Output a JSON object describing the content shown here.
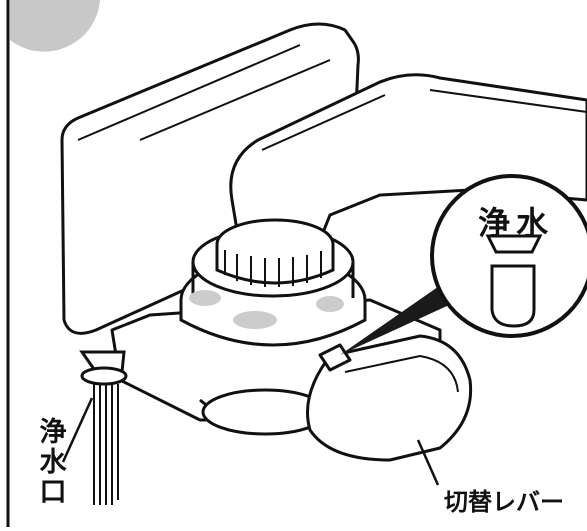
{
  "labels": {
    "purified_water_outlet": "浄水口",
    "switch_lever": "切替レバー",
    "mode_bubble": "浄水"
  },
  "colors": {
    "line": "#111111",
    "fill": "#ffffff",
    "shade": "#d3d3d3",
    "dark": "#1a1a1a"
  }
}
